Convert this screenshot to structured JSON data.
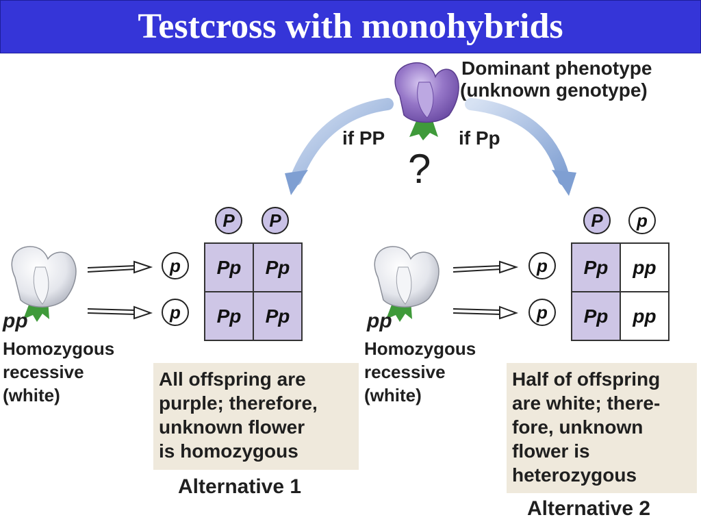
{
  "title": "Testcross with monohybrids",
  "unknown_flower": {
    "label_line1": "Dominant phenotype",
    "label_line2": "(unknown genotype)",
    "question": "?",
    "if_left": "if PP",
    "if_right": "if Pp"
  },
  "alternative1": {
    "genotype": "pp",
    "desc_line1": "Homozygous",
    "desc_line2": "recessive",
    "desc_line3": "(white)",
    "top_gametes": [
      "P",
      "P"
    ],
    "side_gametes": [
      "p",
      "p"
    ],
    "cells": [
      "Pp",
      "Pp",
      "Pp",
      "Pp"
    ],
    "conclusion_lines": [
      "All offspring are",
      "purple; therefore,",
      "unknown flower",
      "is homozygous"
    ],
    "label": "Alternative 1"
  },
  "alternative2": {
    "genotype": "pp",
    "desc_line1": "Homozygous",
    "desc_line2": "recessive",
    "desc_line3": "(white)",
    "top_gametes": [
      "P",
      "p"
    ],
    "side_gametes": [
      "p",
      "p"
    ],
    "cells": [
      "Pp",
      "pp",
      "Pp",
      "pp"
    ],
    "conclusion_lines": [
      "Half of offspring",
      "are white; there-",
      "fore, unknown",
      "flower is",
      "heterozygous"
    ],
    "label": "Alternative 2"
  },
  "colors": {
    "title_bar": "#3535d8",
    "purple_cell": "#cec6e6",
    "white_cell": "#ffffff",
    "arrow_blue": "#8eaad6",
    "conclusion_bg": "#efe9dc",
    "flower_purple": "#8e6fc0",
    "leaf_green": "#3f9a3a"
  }
}
